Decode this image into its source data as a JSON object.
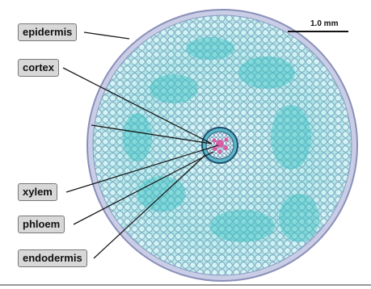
{
  "labels": {
    "epidermis": "epidermis",
    "cortex": "cortex",
    "xylem": "xylem",
    "phloem": "phloem",
    "endodermis": "endodermis"
  },
  "scale_bar": {
    "text": "1.0 mm"
  },
  "colors": {
    "tissue": "#39c2c2",
    "cell_outline": "#7a8fb5",
    "epidermis": "#c9cde6",
    "stele": "#e14a9a",
    "leader_line": "#1a1a1a",
    "label_bg": "#d8d8d8"
  }
}
